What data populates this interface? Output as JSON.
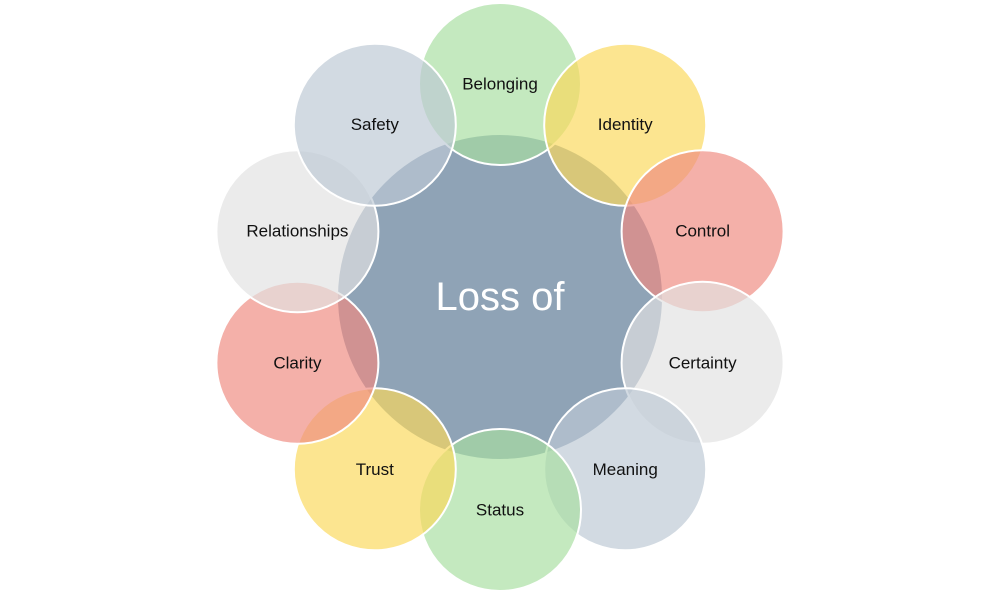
{
  "center": {
    "label": "Loss of",
    "color": "#8fa3b6"
  },
  "items": [
    {
      "label": "Belonging",
      "color": "#a8dea0"
    },
    {
      "label": "Identity",
      "color": "#fad85c"
    },
    {
      "label": "Control",
      "color": "#ef8a80"
    },
    {
      "label": "Certainty",
      "color": "#e1e1e1"
    },
    {
      "label": "Meaning",
      "color": "#bcc8d4"
    },
    {
      "label": "Status",
      "color": "#a8dea0"
    },
    {
      "label": "Trust",
      "color": "#fad85c"
    },
    {
      "label": "Clarity",
      "color": "#ef8a80"
    },
    {
      "label": "Relationships",
      "color": "#e1e1e1"
    },
    {
      "label": "Safety",
      "color": "#bcc8d4"
    }
  ]
}
